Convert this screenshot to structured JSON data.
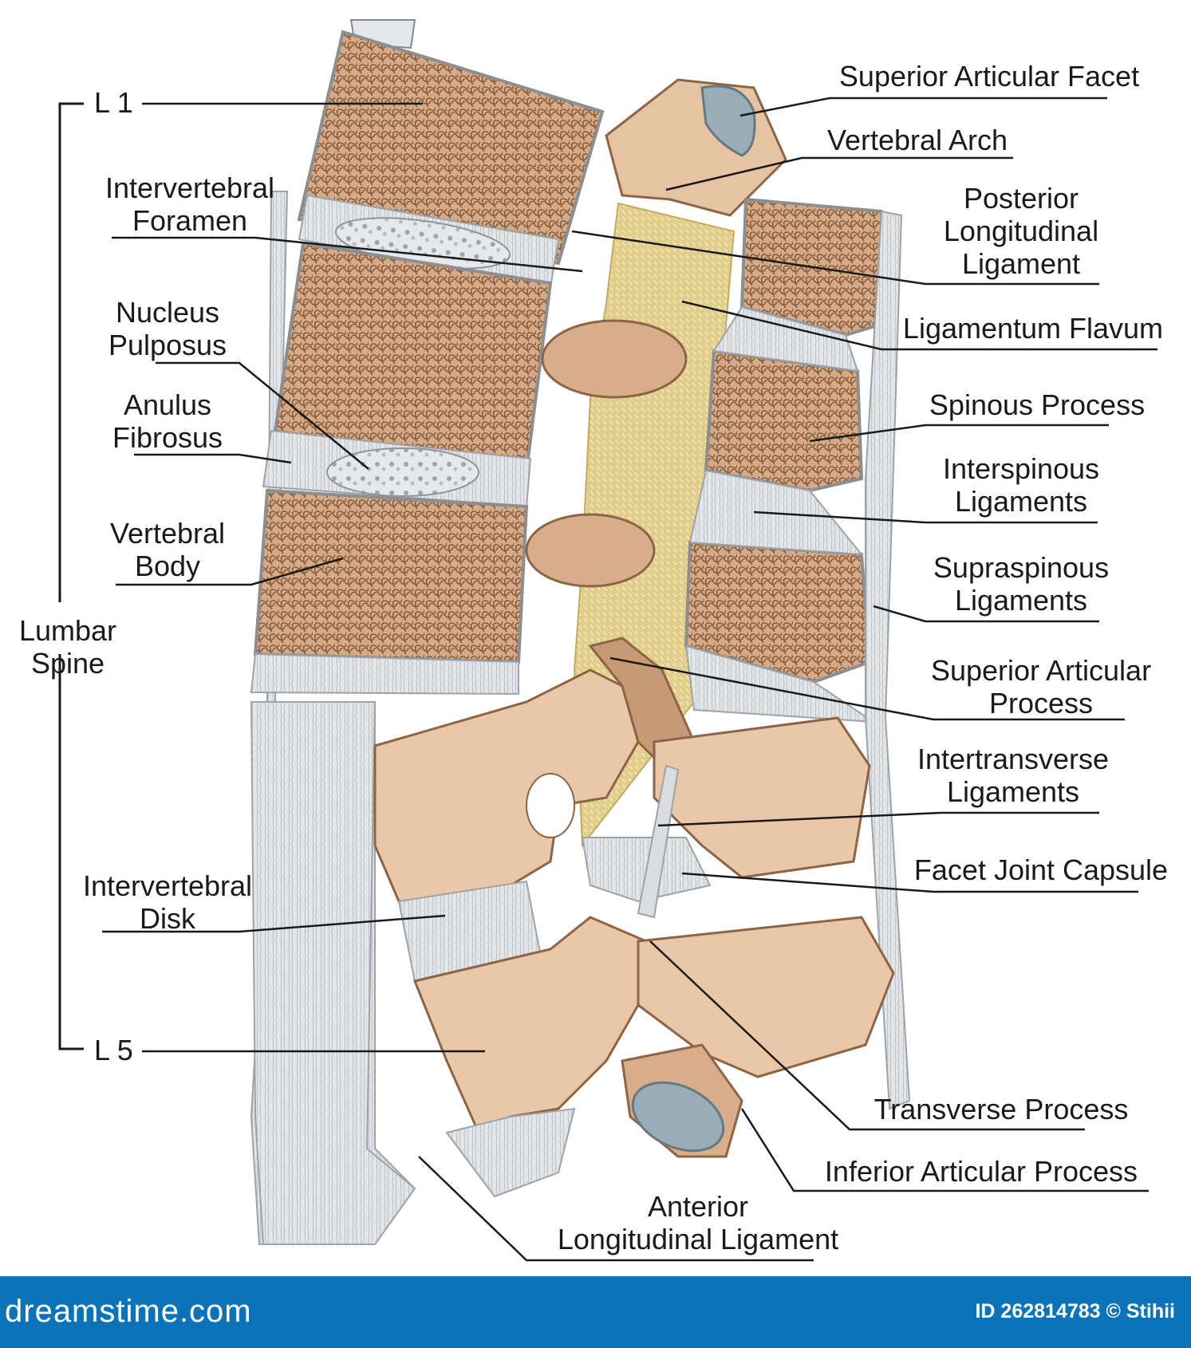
{
  "labels": {
    "superior_articular_facet": "Superior Articular Facet",
    "vertebral_arch": "Vertebral Arch",
    "posterior_longitudinal_ligament": [
      "Posterior",
      "Longitudinal",
      "Ligament"
    ],
    "ligamentum_flavum": "Ligamentum Flavum",
    "spinous_process": "Spinous Process",
    "interspinous_ligaments": [
      "Interspinous",
      "Ligaments"
    ],
    "supraspinous_ligaments": [
      "Supraspinous",
      "Ligaments"
    ],
    "superior_articular_process": [
      "Superior Articular",
      "Process"
    ],
    "intertransverse_ligaments": [
      "Intertransverse",
      "Ligaments"
    ],
    "facet_joint_capsule": "Facet Joint Capsule",
    "transverse_process": "Transverse Process",
    "inferior_articular_process": "Inferior Articular Process",
    "anterior_longitudinal_ligament": [
      "Anterior",
      "Longitudinal Ligament"
    ],
    "l1": "L 1",
    "l5": "L 5",
    "intervertebral_foramen": [
      "Intervertebral",
      "Foramen"
    ],
    "nucleus_pulposus": [
      "Nucleus",
      "Pulposus"
    ],
    "anulus_fibrosus": [
      "Anulus",
      "Fibrosus"
    ],
    "vertebral_body": [
      "Vertebral",
      "Body"
    ],
    "lumbar_spine": [
      "Lumbar",
      "Spine"
    ],
    "intervertebral_disk": [
      "Intervertebral",
      "Disk"
    ]
  },
  "footer": {
    "brand": "dreamstime.com",
    "image_id": "ID 262814783 © Stihii"
  },
  "colors": {
    "bone": "#e9c7a8",
    "bone_shade": "#b48763",
    "bone_dark": "#8d6445",
    "cancellous": "#c59a74",
    "disc": "#d9dde0",
    "ligament": "#dfe2e4",
    "flavum": "#e9d79a",
    "cartilage": "#98adb6",
    "footer_bg": "#0b74b9"
  }
}
